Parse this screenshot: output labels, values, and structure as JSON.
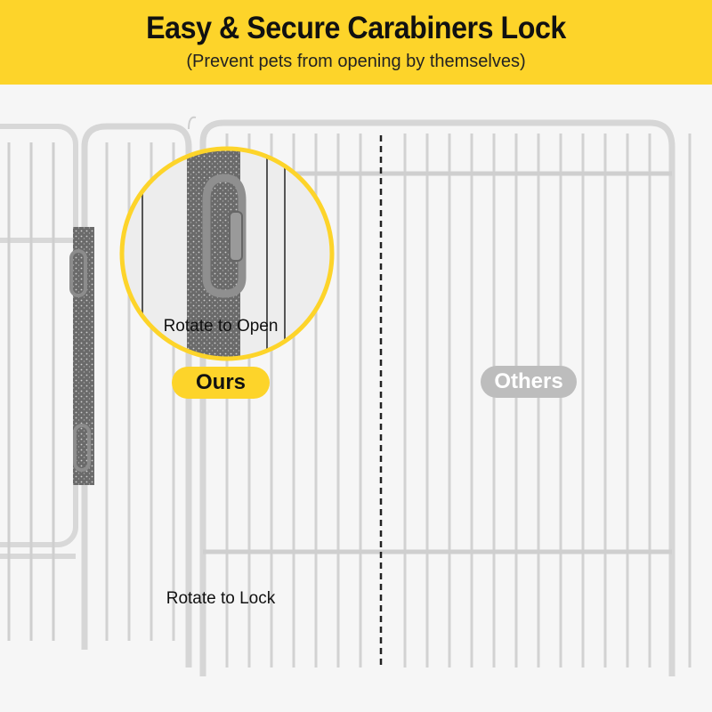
{
  "header": {
    "title": "Easy & Secure Carabiners Lock",
    "subtitle": "(Prevent pets from opening by themselves)"
  },
  "labels": {
    "ours": "Ours",
    "others": "Others",
    "rotate_open": "Rotate to Open",
    "rotate_lock": "Rotate to Lock"
  },
  "colors": {
    "accent_yellow": "#fdd42a",
    "others_gray": "#bdbdbd",
    "grass_green": "#4f8f24"
  }
}
